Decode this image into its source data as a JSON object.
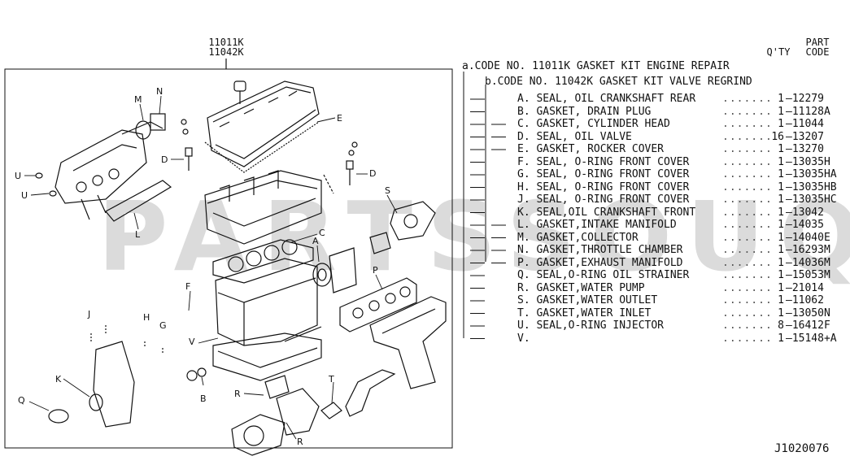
{
  "diagram": {
    "header_codes": [
      "11011K",
      "11042K"
    ],
    "column_headers": {
      "qty": "Q'TY",
      "part_line1": "PART",
      "part_line2": "CODE"
    },
    "code_a": "a.CODE NO.  11011K GASKET KIT ENGINE REPAIR",
    "code_b": "b.CODE NO.  11042K  GASKET KIT VALVE REGRIND",
    "items": [
      {
        "label": "A. SEAL, OIL CRANKSHAFT REAR",
        "qty": "1",
        "code": "12279"
      },
      {
        "label": "B. GASKET, DRAIN PLUG",
        "qty": "1",
        "code": "11128A"
      },
      {
        "label": "C. GASKET, CYLINDER HEAD",
        "qty": "1",
        "code": "11044"
      },
      {
        "label": "D. SEAL, OIL VALVE",
        "qty": "16",
        "code": "13207"
      },
      {
        "label": "E. GASKET, ROCKER COVER",
        "qty": "1",
        "code": "13270"
      },
      {
        "label": "F. SEAL, O-RING FRONT COVER",
        "qty": "1",
        "code": "13035H"
      },
      {
        "label": "G. SEAL, O-RING FRONT COVER",
        "qty": "1",
        "code": "13035HA"
      },
      {
        "label": "H. SEAL, O-RING FRONT COVER",
        "qty": "1",
        "code": "13035HB"
      },
      {
        "label": "J. SEAL, O-RING FRONT COVER",
        "qty": "1",
        "code": "13035HC"
      },
      {
        "label": "K. SEAL,OIL CRANKSHAFT FRONT",
        "qty": "1",
        "code": "13042"
      },
      {
        "label": "L. GASKET,INTAKE MANIFOLD",
        "qty": "1",
        "code": "14035"
      },
      {
        "label": "M. GASKET,COLLECTOR",
        "qty": "1",
        "code": "14040E"
      },
      {
        "label": "N. GASKET,THROTTLE CHAMBER",
        "qty": "1",
        "code": "16293M"
      },
      {
        "label": "P. GASKET,EXHAUST MANIFOLD",
        "qty": "1",
        "code": "14036M"
      },
      {
        "label": "Q. SEAL,O-RING OIL STRAINER",
        "qty": "1",
        "code": "15053M"
      },
      {
        "label": "R. GASKET,WATER PUMP",
        "qty": "1",
        "code": "21014"
      },
      {
        "label": "S. GASKET,WATER OUTLET",
        "qty": "1",
        "code": "11062"
      },
      {
        "label": "T. GASKET,WATER INLET",
        "qty": "1",
        "code": "13050N"
      },
      {
        "label": "U. SEAL,O-RING INJECTOR",
        "qty": "8",
        "code": "16412F"
      },
      {
        "label": "V.",
        "qty": "1",
        "code": "15148+A"
      }
    ],
    "leader_dots": "..........",
    "dash": "—",
    "callouts": {
      "M": "M",
      "N": "N",
      "D1": "D",
      "D2": "D",
      "E": "E",
      "U1": "U",
      "U2": "U",
      "L": "L",
      "S": "S",
      "C": "C",
      "A": "A",
      "P": "P",
      "F": "F",
      "J": "J",
      "H": "H",
      "G": "G",
      "V": "V",
      "K": "K",
      "Q": "Q",
      "B": "B",
      "R1": "R",
      "R2": "R",
      "T": "T"
    },
    "watermark": "PARTSSOUQ",
    "catalog_number": "J1020076"
  }
}
